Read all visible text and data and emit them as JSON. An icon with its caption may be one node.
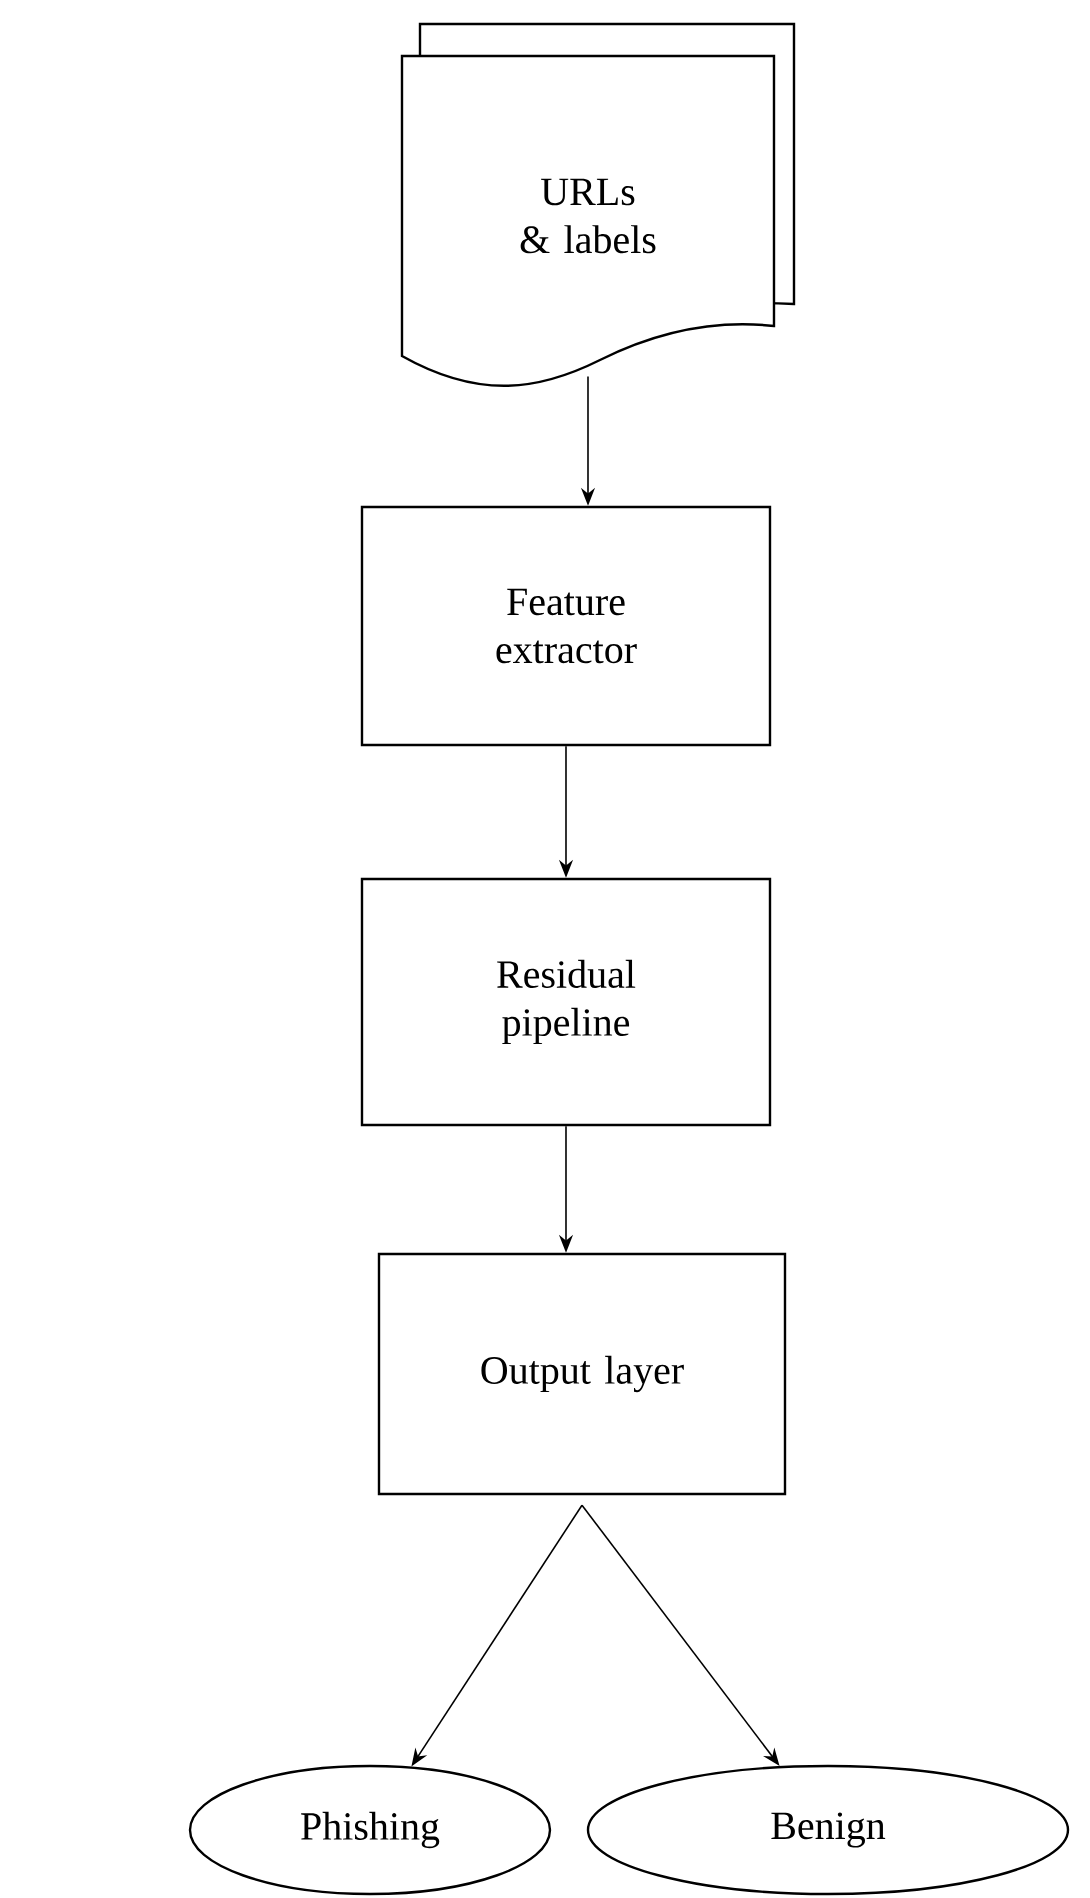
{
  "diagram": {
    "nodes": [
      {
        "text": [
          "URLs & labels"
        ]
      },
      {
        "text": [
          "Feature extractor"
        ]
      },
      {
        "text": [
          "Residual pipeline"
        ]
      },
      {
        "text": [
          "Output layer"
        ]
      },
      {
        "text": [
          "Phishing"
        ]
      },
      {
        "text": [
          "Benign"
        ]
      }
    ],
    "edges": [
      {
        "from": 0,
        "to": 1,
        "arrow": "to"
      },
      {
        "from": 1,
        "to": 2,
        "arrow": "to"
      },
      {
        "from": 2,
        "to": 3,
        "arrow": "to"
      },
      {
        "from": 3,
        "to": 4,
        "arrow": "to"
      },
      {
        "from": 3,
        "to": 5,
        "arrow": "to"
      }
    ]
  }
}
